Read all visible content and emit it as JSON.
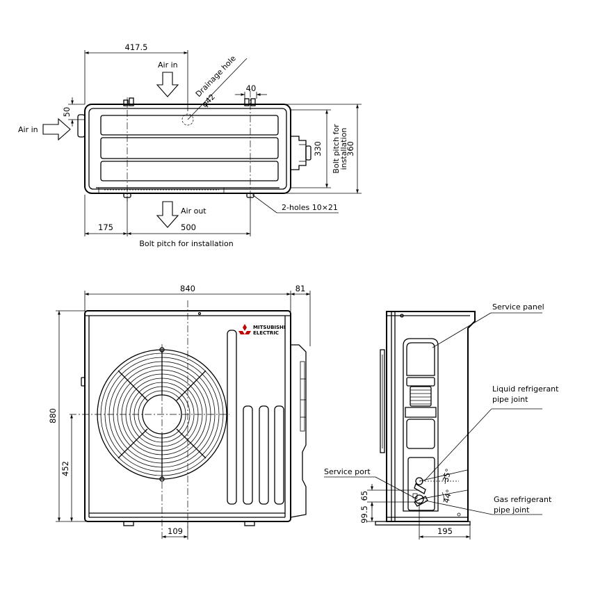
{
  "top_view": {
    "dim_width_left": "417.5",
    "air_in_top": "Air in",
    "air_in_left": "Air in",
    "air_out": "Air out",
    "drainage_hole_label": "Drainage hole",
    "drainage_hole_dia": "φ42",
    "dim_40": "40",
    "dim_50": "50",
    "dim_330": "330",
    "dim_360": "360",
    "bolt_pitch_vertical_line1": "Bolt pitch for",
    "bolt_pitch_vertical_line2": "installation",
    "holes_label": "2-holes 10×21",
    "dim_175": "175",
    "dim_500": "500",
    "bolt_pitch_horizontal": "Bolt pitch for installation"
  },
  "front_view": {
    "dim_840": "840",
    "dim_81": "81",
    "dim_880": "880",
    "dim_452": "452",
    "dim_109": "109",
    "brand_line1": "MITSUBISHI",
    "brand_line2": "ELECTRIC"
  },
  "side_view": {
    "service_panel": "Service panel",
    "liquid_line1": "Liquid refrigerant",
    "liquid_line2": "pipe joint",
    "service_port": "Service port",
    "gas_line1": "Gas refrigerant",
    "gas_line2": "pipe joint",
    "angle_35": "35°",
    "angle_44": "44°",
    "dim_65": "65",
    "dim_99_5": "99.5",
    "dim_195": "195"
  }
}
